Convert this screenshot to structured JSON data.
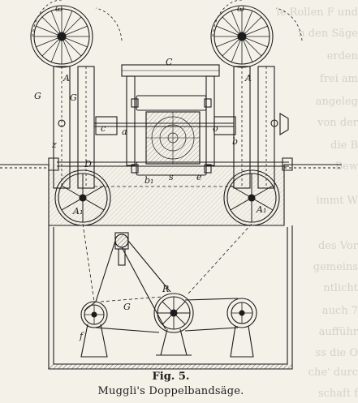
{
  "figure": {
    "number": "Fig. 5.",
    "title": "Muggli's Doppelbandsäge.",
    "labels": {
      "wheel_top_left": "ω",
      "wheel_top_right": "ω",
      "frame_left": "A",
      "frame_right": "A",
      "top_beam": "C",
      "left_g": "G",
      "left_g2": "G",
      "left_z": "z",
      "mid_d": "D",
      "right_e": "e",
      "left_c": "c",
      "left_a": "a",
      "right_o": "o",
      "right_b": "b",
      "left_b1": "b₁",
      "left_s": "s",
      "right_a": "a",
      "wheel_low_left": "A₁",
      "wheel_low_right": "A₁",
      "motor_g": "G",
      "lower_r": "R",
      "lower_f": "f"
    }
  },
  "background_text": [
    "ie Rollen F und",
    "n den Säge",
    "erden",
    "frei am",
    "angeleg",
    "von der",
    "die B",
    "Bew",
    "immt W",
    "des Vor",
    "gemeins",
    "ntlicht",
    "auch 7",
    "aufführ",
    "ss die O",
    "che' durc",
    "schaft f"
  ]
}
